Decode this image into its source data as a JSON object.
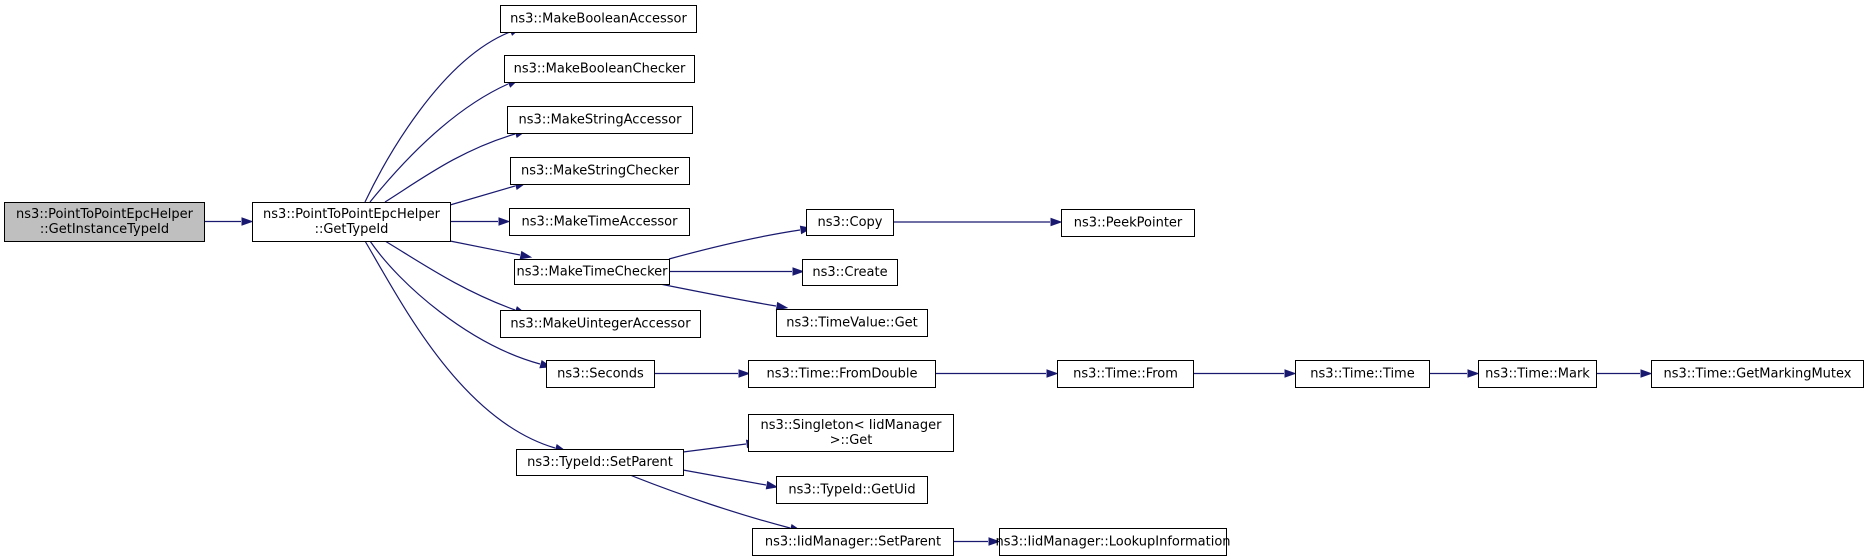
{
  "diagram": {
    "type": "call-graph",
    "colors": {
      "edge": "#191970",
      "root_fill": "#bfbfbf",
      "node_fill": "#ffffff",
      "border": "#000000"
    },
    "nodes": [
      {
        "id": "root",
        "lines": [
          "ns3::PointToPointEpcHelper",
          "::GetInstanceTypeId"
        ],
        "root": true
      },
      {
        "id": "gettypeid",
        "lines": [
          "ns3::PointToPointEpcHelper",
          "::GetTypeId"
        ]
      },
      {
        "id": "mkboolacc",
        "lines": [
          "ns3::MakeBooleanAccessor"
        ]
      },
      {
        "id": "mkboolchk",
        "lines": [
          "ns3::MakeBooleanChecker"
        ]
      },
      {
        "id": "mkstracc",
        "lines": [
          "ns3::MakeStringAccessor"
        ]
      },
      {
        "id": "mkstrchk",
        "lines": [
          "ns3::MakeStringChecker"
        ]
      },
      {
        "id": "mktimeacc",
        "lines": [
          "ns3::MakeTimeAccessor"
        ]
      },
      {
        "id": "mktimechk",
        "lines": [
          "ns3::MakeTimeChecker"
        ]
      },
      {
        "id": "mkuintacc",
        "lines": [
          "ns3::MakeUintegerAccessor"
        ]
      },
      {
        "id": "seconds",
        "lines": [
          "ns3::Seconds"
        ]
      },
      {
        "id": "setparent",
        "lines": [
          "ns3::TypeId::SetParent"
        ]
      },
      {
        "id": "copy",
        "lines": [
          "ns3::Copy"
        ]
      },
      {
        "id": "create",
        "lines": [
          "ns3::Create"
        ]
      },
      {
        "id": "tvget",
        "lines": [
          "ns3::TimeValue::Get"
        ]
      },
      {
        "id": "peek",
        "lines": [
          "ns3::PeekPointer"
        ]
      },
      {
        "id": "fromdouble",
        "lines": [
          "ns3::Time::FromDouble"
        ]
      },
      {
        "id": "from",
        "lines": [
          "ns3::Time::From"
        ]
      },
      {
        "id": "timetime",
        "lines": [
          "ns3::Time::Time"
        ]
      },
      {
        "id": "mark",
        "lines": [
          "ns3::Time::Mark"
        ]
      },
      {
        "id": "mutex",
        "lines": [
          "ns3::Time::GetMarkingMutex"
        ]
      },
      {
        "id": "singleton",
        "lines": [
          "ns3::Singleton< IidManager",
          ">::Get"
        ]
      },
      {
        "id": "getuid",
        "lines": [
          "ns3::TypeId::GetUid"
        ]
      },
      {
        "id": "iidsetparent",
        "lines": [
          "ns3::IidManager::SetParent"
        ]
      },
      {
        "id": "lookup",
        "lines": [
          "ns3::IidManager::LookupInformation"
        ]
      }
    ],
    "edges": [
      [
        "root",
        "gettypeid"
      ],
      [
        "gettypeid",
        "mkboolacc"
      ],
      [
        "gettypeid",
        "mkboolchk"
      ],
      [
        "gettypeid",
        "mkstracc"
      ],
      [
        "gettypeid",
        "mkstrchk"
      ],
      [
        "gettypeid",
        "mktimeacc"
      ],
      [
        "gettypeid",
        "mktimechk"
      ],
      [
        "gettypeid",
        "mkuintacc"
      ],
      [
        "gettypeid",
        "seconds"
      ],
      [
        "gettypeid",
        "setparent"
      ],
      [
        "mktimechk",
        "copy"
      ],
      [
        "mktimechk",
        "create"
      ],
      [
        "mktimechk",
        "tvget"
      ],
      [
        "copy",
        "peek"
      ],
      [
        "seconds",
        "fromdouble"
      ],
      [
        "fromdouble",
        "from"
      ],
      [
        "from",
        "timetime"
      ],
      [
        "timetime",
        "mark"
      ],
      [
        "mark",
        "mutex"
      ],
      [
        "setparent",
        "singleton"
      ],
      [
        "setparent",
        "getuid"
      ],
      [
        "setparent",
        "iidsetparent"
      ],
      [
        "iidsetparent",
        "lookup"
      ]
    ]
  }
}
